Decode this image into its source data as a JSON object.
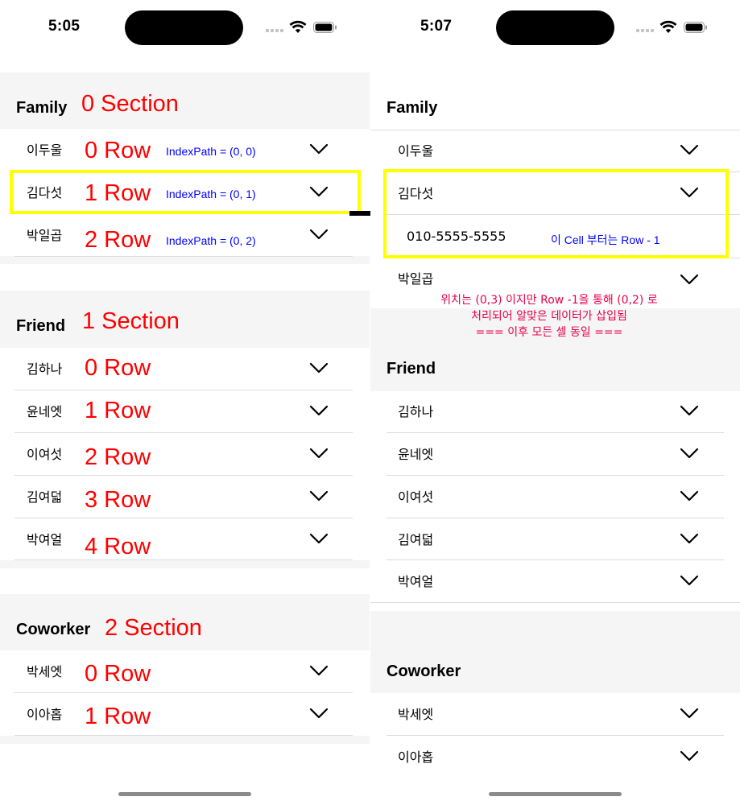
{
  "status_bar": {
    "left_time": "5:05",
    "right_time": "5:07"
  },
  "left_screen": {
    "sections": [
      {
        "header": "Family",
        "label": "0 Section",
        "rows": [
          {
            "name": "이두울",
            "label": "0 Row",
            "index_path": "IndexPath = (0, 0)"
          },
          {
            "name": "김다섯",
            "label": "1 Row",
            "index_path": "IndexPath = (0, 1)"
          },
          {
            "name": "박일곱",
            "label": "2 Row",
            "index_path": "IndexPath = (0, 2)"
          }
        ]
      },
      {
        "header": "Friend",
        "label": "1 Section",
        "rows": [
          {
            "name": "김하나",
            "label": "0 Row"
          },
          {
            "name": "윤네엣",
            "label": "1 Row"
          },
          {
            "name": "이여섯",
            "label": "2 Row"
          },
          {
            "name": "김여덟",
            "label": "3 Row"
          },
          {
            "name": "박여얼",
            "label": "4 Row"
          }
        ]
      },
      {
        "header": "Coworker",
        "label": "2 Section",
        "rows": [
          {
            "name": "박세엣",
            "label": "0 Row"
          },
          {
            "name": "이아홉",
            "label": "1 Row"
          }
        ]
      }
    ]
  },
  "right_screen": {
    "sections": [
      {
        "header": "Family",
        "rows": [
          {
            "name": "이두울"
          },
          {
            "name": "김다섯"
          },
          {
            "name": "박일곱"
          }
        ],
        "expanded_detail": "010-5555-5555",
        "detail_note": "이 Cell 부터는 Row - 1"
      },
      {
        "header": "Friend",
        "rows": [
          {
            "name": "김하나"
          },
          {
            "name": "윤네엣"
          },
          {
            "name": "이여섯"
          },
          {
            "name": "김여덟"
          },
          {
            "name": "박여얼"
          }
        ]
      },
      {
        "header": "Coworker",
        "rows": [
          {
            "name": "박세엣"
          },
          {
            "name": "이아홉"
          }
        ]
      }
    ],
    "annotation_lines": [
      "위치는 (0,3) 이지만 Row -1을 통해 (0,2) 로",
      "처리되어 알맞은 데이터가 삽입됨",
      "=== 이후 모든 셀 동일 ==="
    ]
  },
  "colors": {
    "annotation_red": "#ff0000",
    "annotation_blue": "#0000ff",
    "highlight_yellow": "#ffff00",
    "note_pink": "#e8004b",
    "section_band": "#f5f5f5"
  },
  "icons": [
    "chevron-down-icon",
    "wifi-icon",
    "battery-icon",
    "arrow-right-icon"
  ]
}
